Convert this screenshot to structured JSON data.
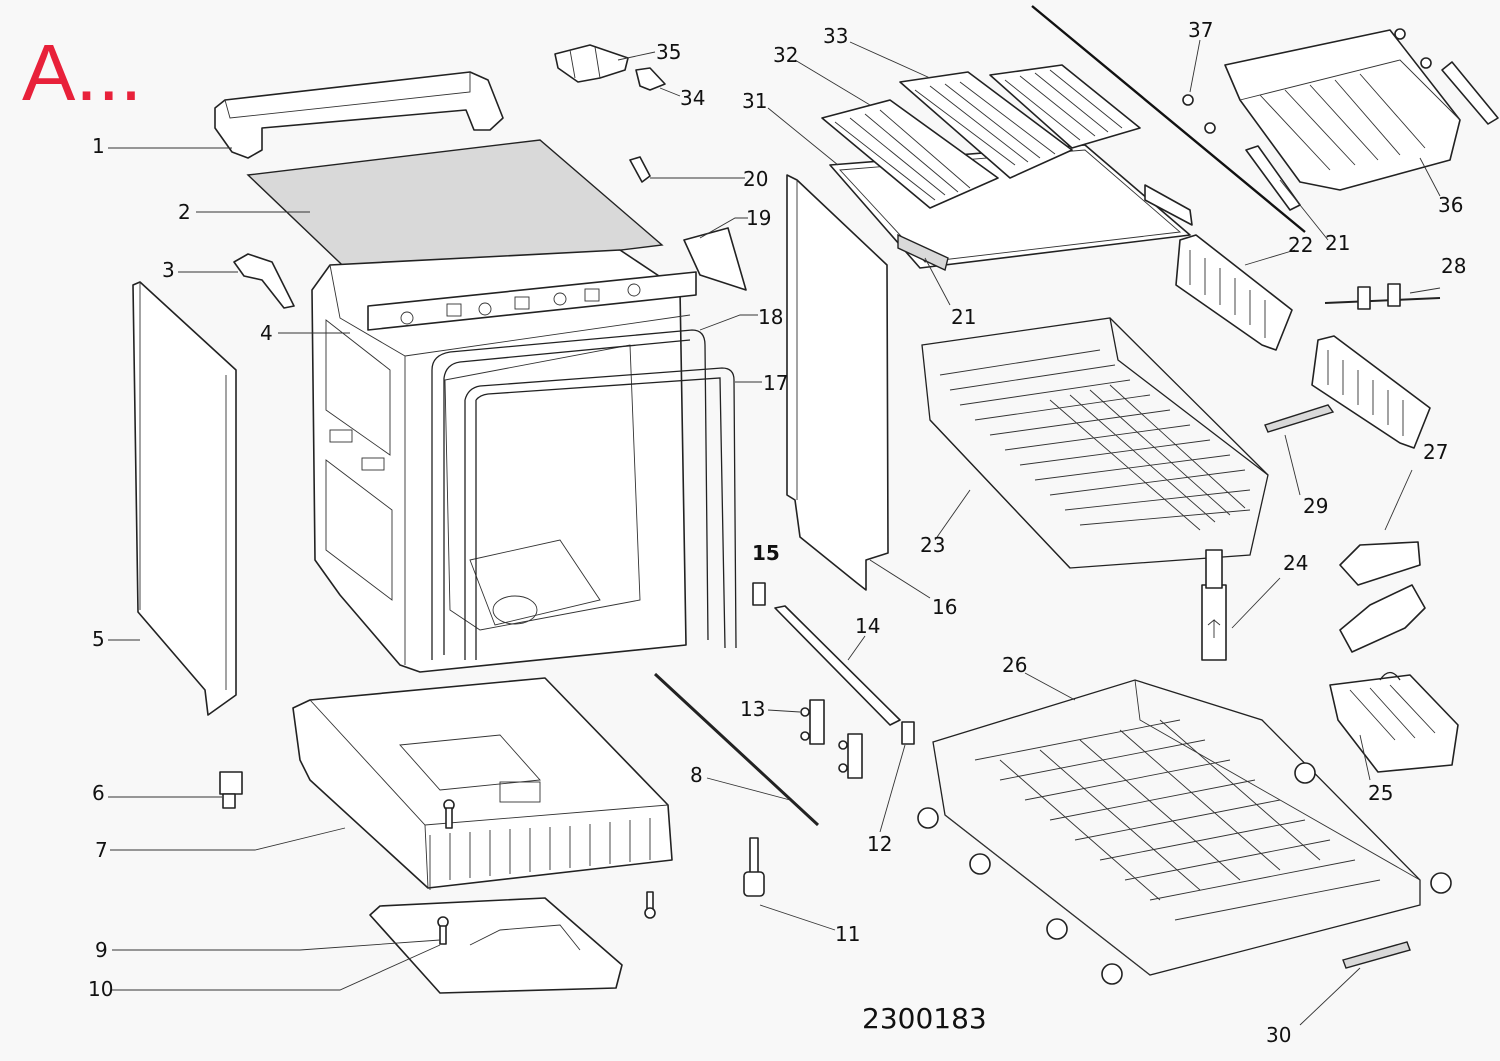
{
  "diagram": {
    "corner_label": "A...",
    "corner_color": "#e8213a",
    "drawing_number": "2300183",
    "callouts": [
      "1",
      "2",
      "3",
      "4",
      "5",
      "6",
      "7",
      "8",
      "9",
      "10",
      "11",
      "12",
      "13",
      "14",
      "15",
      "16",
      "17",
      "18",
      "19",
      "20",
      "21",
      "21",
      "22",
      "23",
      "24",
      "25",
      "26",
      "27",
      "28",
      "29",
      "30",
      "31",
      "32",
      "33",
      "34",
      "35",
      "36",
      "37"
    ]
  }
}
